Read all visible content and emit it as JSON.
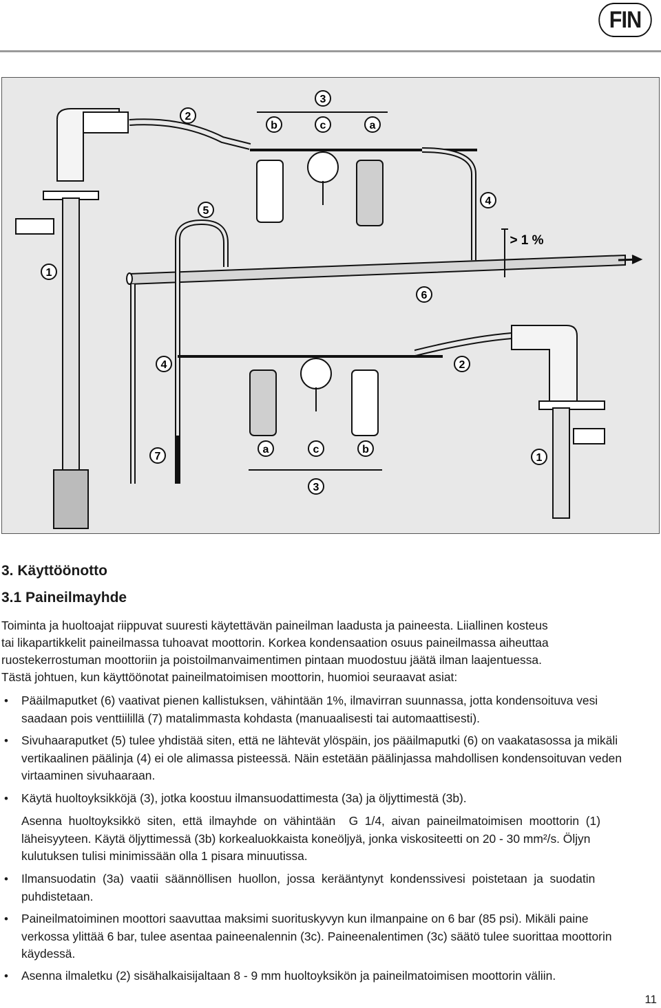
{
  "header": {
    "language_badge": "FIN"
  },
  "figure": {
    "callouts": {
      "top": {
        "n2": "2",
        "n3": "3",
        "b": "b",
        "c": "c",
        "a": "a",
        "n4": "4",
        "n5": "5",
        "n1": "1",
        "n6": "6",
        "slope": "> 1 %"
      },
      "bottom": {
        "n4": "4",
        "n2": "2",
        "n7": "7",
        "n1": "1",
        "a": "a",
        "c": "c",
        "b": "b",
        "n3": "3"
      }
    }
  },
  "section": {
    "heading": "3. Käyttöönotto",
    "subheading": "3.1 Paineilmayhde",
    "intro_lines": [
      "Toiminta ja huoltoajat riippuvat suuresti käytettävän paineilman laadusta ja paineesta. Liiallinen kosteus",
      "tai likapartikkelit paineilmassa  tuhoavat moottorin. Korkea kondensaation osuus paineilmassa aiheuttaa",
      "ruostekerrostuman moottoriin ja poistoilmanvaimentimen pintaan muodostuu jäätä ilman laajentuessa.",
      "Tästä johtuen, kun käyttöönotat paineilmatoimisen moottorin, huomioi seuraavat asiat:"
    ],
    "bullets": [
      {
        "symbol": "•",
        "lines": [
          "Pääilmaputket (6) vaativat pienen kallistuksen, vähintään 1%, ilmavirran suunnassa, jotta kondensoituva vesi",
          "saadaan pois venttiilillä (7) matalimmasta kohdasta (manuaalisesti tai automaattisesti)."
        ]
      },
      {
        "symbol": "•",
        "lines": [
          "Sivuhaaraputket (5) tulee yhdistää siten, että ne lähtevät ylöspäin, jos pääilmaputki (6) on vaakatasossa ja mikäli",
          "vertikaalinen päälinja (4) ei ole alimassa pisteessä. Näin estetään päälinjassa mahdollisen kondensoituvan veden",
          "virtaaminen sivuhaaraan."
        ]
      },
      {
        "symbol": "•",
        "lines": [
          "Käytä huoltoyksikköjä (3), jotka koostuu ilmansuodattimesta (3a) ja öljyttimestä (3b)."
        ]
      },
      {
        "symbol": "",
        "lines": [
          "Asenna  huoltoyksikkö  siten,  että  ilmayhde  on  vähintään    G  1/4,  aivan  paineilmatoimisen  moottorin  (1)",
          "läheisyyteen. Käytä öljyttimessä (3b) korkealuokkaista koneöljyä, jonka viskositeetti on 20 - 30 mm²/s. Öljyn",
          "kulutuksen tulisi minimissään olla 1 pisara minuutissa."
        ]
      },
      {
        "symbol": "•",
        "lines": [
          "Ilmansuodatin  (3a)  vaatii  säännöllisen  huollon,  jossa  kerääntynyt  kondenssivesi  poistetaan  ja  suodatin",
          "puhdistetaan."
        ]
      },
      {
        "symbol": "•",
        "lines": [
          "Paineilmatoiminen moottori saavuttaa maksimi suorituskyvyn kun ilmanpaine on 6 bar (85 psi). Mikäli paine",
          "verkossa ylittää 6 bar, tulee asentaa paineenalennin (3c). Paineenalentimen (3c) säätö tulee suorittaa moottorin",
          "käydessä."
        ]
      },
      {
        "symbol": "•",
        "lines": [
          "Asenna ilmaletku (2) sisähalkaisijaltaan 8 - 9 mm huoltoyksikön ja paineilmatoimisen moottorin väliin."
        ]
      }
    ]
  },
  "footer": {
    "page_number": "11"
  }
}
